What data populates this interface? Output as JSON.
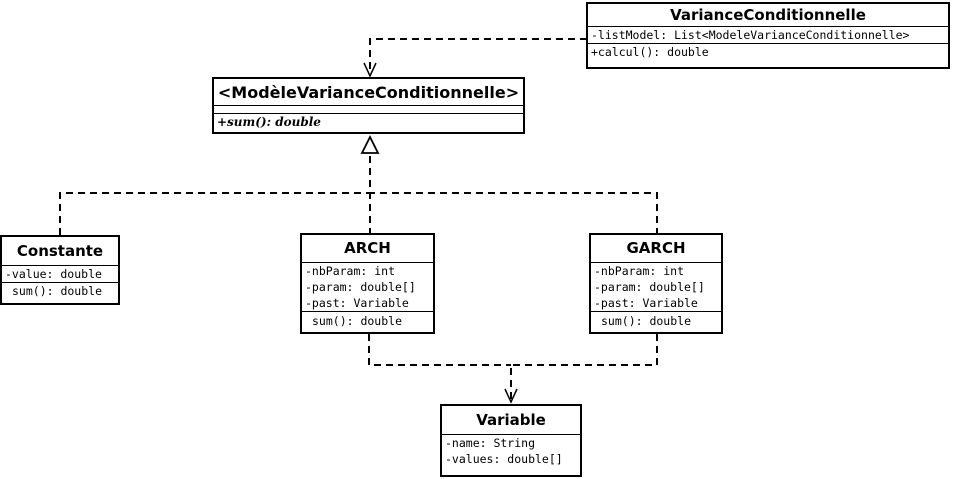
{
  "classes": {
    "variance_conditionnelle": {
      "name": "VarianceConditionnelle",
      "attributes": [
        "-listModel: List<ModeleVarianceConditionnelle>"
      ],
      "operations": [
        "+calcul(): double"
      ]
    },
    "modele_variance": {
      "name": "<ModèleVarianceConditionnelle>",
      "operations": [
        "+sum(): double"
      ]
    },
    "constante": {
      "name": "Constante",
      "attributes": [
        "-value: double"
      ],
      "operations": [
        "sum(): double"
      ]
    },
    "arch": {
      "name": "ARCH",
      "attributes": [
        "-nbParam: int",
        "-param: double[]",
        "-past: Variable"
      ],
      "operations": [
        "sum(): double"
      ]
    },
    "garch": {
      "name": "GARCH",
      "attributes": [
        "-nbParam: int",
        "-param: double[]",
        "-past: Variable"
      ],
      "operations": [
        "sum(): double"
      ]
    },
    "variable": {
      "name": "Variable",
      "attributes": [
        "-name: String",
        "-values: double[]"
      ]
    }
  }
}
